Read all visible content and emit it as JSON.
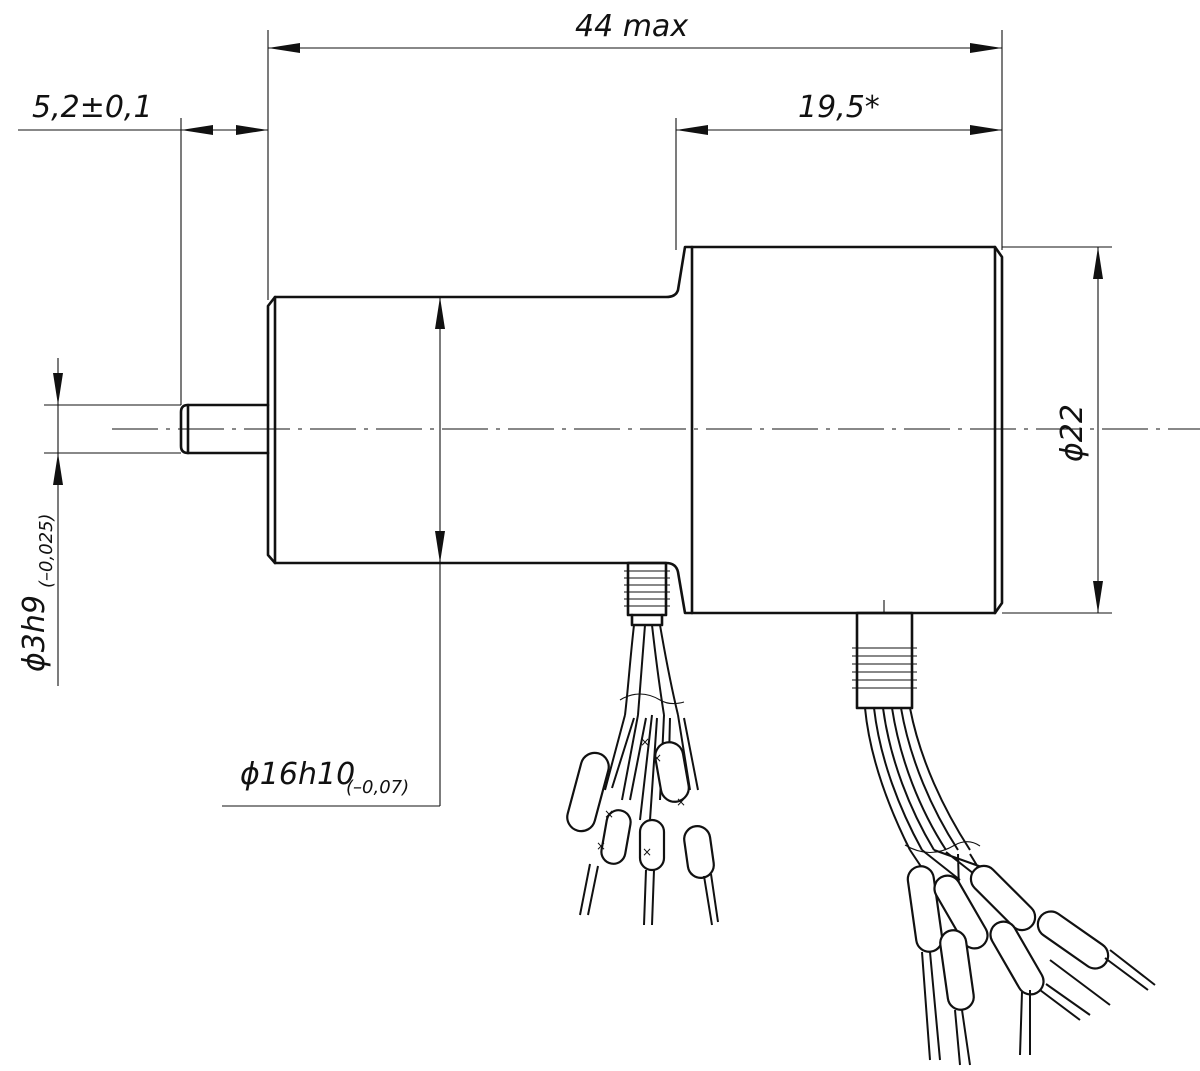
{
  "dimensions": {
    "overall_length": "44 max",
    "shaft_offset": "5,2±0,1",
    "housing_length": "19,5*",
    "housing_diameter": "ϕ22",
    "body_diameter": "ϕ16h10",
    "body_tolerance": "(–0,07)",
    "shaft_diameter": "ϕ3h9",
    "shaft_tolerance": "(–0,025)"
  },
  "lead_marks": {
    "symbol": "×"
  }
}
